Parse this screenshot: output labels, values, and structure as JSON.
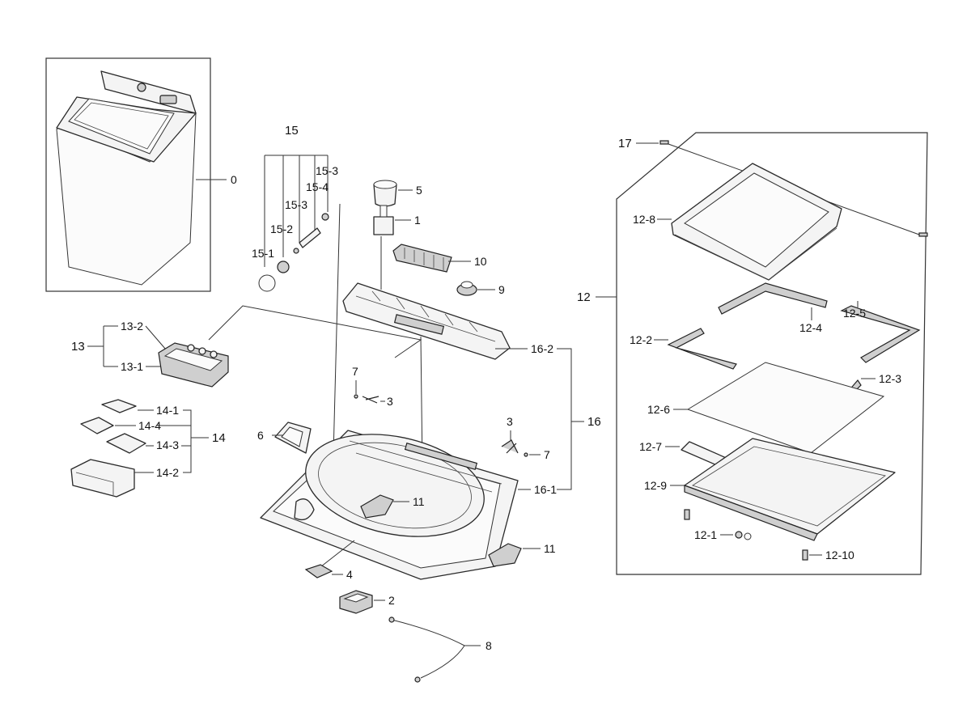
{
  "labels": {
    "l0": "0",
    "l1": "1",
    "l2": "2",
    "l3a": "3",
    "l3b": "3",
    "l4": "4",
    "l5": "5",
    "l6": "6",
    "l7a": "7",
    "l7b": "7",
    "l8": "8",
    "l9": "9",
    "l10": "10",
    "l11a": "11",
    "l11b": "11",
    "l12": "12",
    "l12_1": "12-1",
    "l12_2": "12-2",
    "l12_3": "12-3",
    "l12_4": "12-4",
    "l12_5": "12-5",
    "l12_6": "12-6",
    "l12_7": "12-7",
    "l12_8": "12-8",
    "l12_9": "12-9",
    "l12_10": "12-10",
    "l13": "13",
    "l13_1": "13-1",
    "l13_2": "13-2",
    "l14": "14",
    "l14_1": "14-1",
    "l14_2": "14-2",
    "l14_3": "14-3",
    "l14_4": "14-4",
    "l15": "15",
    "l15_1": "15-1",
    "l15_2": "15-2",
    "l15_3a": "15-3",
    "l15_3b": "15-3",
    "l15_4": "15-4",
    "l16": "16",
    "l16_1": "16-1",
    "l16_2": "16-2",
    "l17": "17"
  }
}
